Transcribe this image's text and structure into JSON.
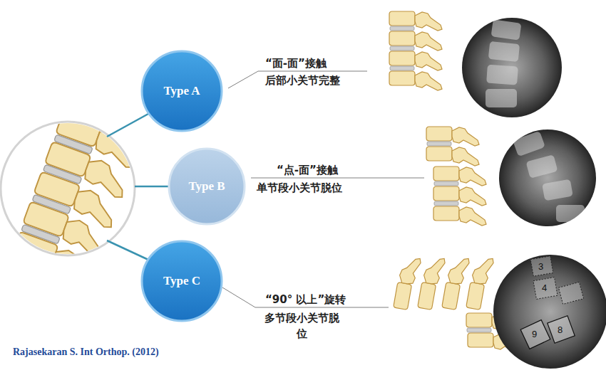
{
  "diagram": {
    "nodes": [
      {
        "text": [
          "Type A"
        ]
      },
      {
        "text": [
          "Type B"
        ]
      },
      {
        "text": [
          "Type C"
        ]
      }
    ],
    "labels": [
      "“面-面”接触",
      "后部小关节完整",
      "“点-面”接触",
      "单节段小关节脱位",
      "“90° 以上”旋转",
      "多节段小关节脱位",
      "3",
      "4",
      "9",
      "8",
      "Rajasekaran S. Int Orthop. (2012)"
    ]
  }
}
